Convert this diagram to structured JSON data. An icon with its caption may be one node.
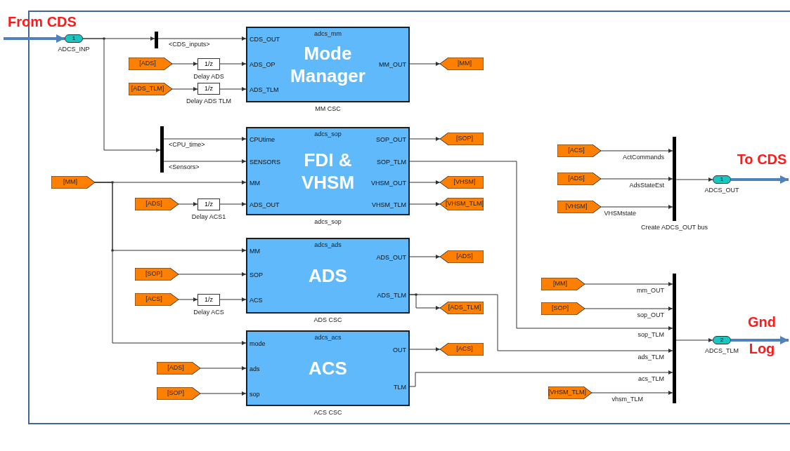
{
  "diagram": {
    "nodes": [
      {
        "text": [
          "1"
        ],
        "beside": [
          "ADCS_INP"
        ]
      },
      {
        "text": [],
        "shape": "bar"
      },
      {
        "text": [
          "[ADS]"
        ]
      },
      {
        "text": [
          "1/z"
        ],
        "beside": [
          "Delay ADS"
        ]
      },
      {
        "text": [
          "[ADS_TLM]"
        ]
      },
      {
        "text": [
          "1/z"
        ],
        "beside": [
          "Delay ADS TLM"
        ]
      },
      {
        "text": [
          "adcs_mm",
          "Mode Manager",
          "CDS_OUT",
          "ADS_OP",
          "ADS_TLM",
          "MM_OUT"
        ],
        "beside": [
          "MM CSC"
        ]
      },
      {
        "text": [
          "[MM]"
        ]
      },
      {
        "text": [],
        "shape": "bar"
      },
      {
        "text": [
          "adcs_sop",
          "FDI & VHSM",
          "CPUtime",
          "SENSORS",
          "MM",
          "ADS_OUT",
          "SOP_OUT",
          "SOP_TLM",
          "VHSM_OUT",
          "VHSM_TLM"
        ],
        "beside": [
          "adcs_sop"
        ]
      },
      {
        "text": [
          "[SOP]"
        ]
      },
      {
        "text": [
          "[VHSM]"
        ]
      },
      {
        "text": [
          "[VHSM_TLM]"
        ]
      },
      {
        "text": [
          "[MM]"
        ]
      },
      {
        "text": [
          "[ADS]"
        ]
      },
      {
        "text": [
          "1/z"
        ],
        "beside": [
          "Delay ACS1"
        ]
      },
      {
        "text": [
          "adcs_ads",
          "ADS",
          "MM",
          "SOP",
          "ACS",
          "ADS_OUT",
          "ADS_TLM"
        ],
        "beside": [
          "ADS CSC"
        ]
      },
      {
        "text": [
          "[ADS]"
        ]
      },
      {
        "text": [
          "[ADS_TLM]"
        ]
      },
      {
        "text": [
          "[SOP]"
        ]
      },
      {
        "text": [
          "[ACS]"
        ]
      },
      {
        "text": [
          "1/z"
        ],
        "beside": [
          "Delay ACS"
        ]
      },
      {
        "text": [
          "adcs_acs",
          "ACS",
          "mode",
          "ads",
          "sop",
          "OUT",
          "TLM"
        ],
        "beside": [
          "ACS CSC"
        ]
      },
      {
        "text": [
          "[ACS]"
        ]
      },
      {
        "text": [
          "[ADS]"
        ]
      },
      {
        "text": [
          "[SOP]"
        ]
      },
      {
        "text": [
          "[ACS]"
        ]
      },
      {
        "text": [
          "[ADS]"
        ]
      },
      {
        "text": [
          "[VHSM]"
        ]
      },
      {
        "text": [],
        "shape": "bar",
        "beside": [
          "Create ADCS_OUT bus"
        ]
      },
      {
        "text": [
          "1"
        ],
        "beside": [
          "ADCS_OUT"
        ]
      },
      {
        "text": [
          "[MM]"
        ]
      },
      {
        "text": [
          "[SOP]"
        ]
      },
      {
        "text": [
          "[VHSM_TLM]"
        ]
      },
      {
        "text": [],
        "shape": "bar"
      },
      {
        "text": [
          "2"
        ],
        "beside": [
          "ADCS_TLM"
        ]
      },
      {
        "text": [
          "From CDS"
        ]
      },
      {
        "text": [
          "To CDS"
        ]
      },
      {
        "text": [
          "Gnd Log"
        ]
      }
    ],
    "edges": [
      {
        "from": 36,
        "to": 0,
        "arrow": "to",
        "style": "thick",
        "color": "#4f81bd"
      },
      {
        "from": 0,
        "to": 1,
        "arrow": "to"
      },
      {
        "from": 0,
        "to": 8,
        "arrow": "to"
      },
      {
        "from": 1,
        "to": 6,
        "arrow": "to",
        "label": "<CDS_inputs>"
      },
      {
        "from": 2,
        "to": 3,
        "arrow": "to"
      },
      {
        "from": 3,
        "to": 6,
        "arrow": "to"
      },
      {
        "from": 4,
        "to": 5,
        "arrow": "to"
      },
      {
        "from": 5,
        "to": 6,
        "arrow": "to"
      },
      {
        "from": 6,
        "to": 7,
        "arrow": "to"
      },
      {
        "from": 8,
        "to": 9,
        "arrow": "to",
        "label": "<CPU_time>"
      },
      {
        "from": 8,
        "to": 9,
        "arrow": "to",
        "label": "<Sensors>"
      },
      {
        "from": 13,
        "to": 9,
        "arrow": "to"
      },
      {
        "from": 13,
        "to": 16,
        "arrow": "to"
      },
      {
        "from": 13,
        "to": 22,
        "arrow": "to"
      },
      {
        "from": 14,
        "to": 15,
        "arrow": "to"
      },
      {
        "from": 15,
        "to": 9,
        "arrow": "to"
      },
      {
        "from": 9,
        "to": 10,
        "arrow": "to"
      },
      {
        "from": 9,
        "to": 34,
        "arrow": "to",
        "label": "sop_TLM"
      },
      {
        "from": 9,
        "to": 11,
        "arrow": "to"
      },
      {
        "from": 9,
        "to": 12,
        "arrow": "to"
      },
      {
        "from": 16,
        "to": 17,
        "arrow": "to"
      },
      {
        "from": 16,
        "to": 18,
        "arrow": "to"
      },
      {
        "from": 16,
        "to": 34,
        "arrow": "to",
        "label": "ads_TLM"
      },
      {
        "from": 19,
        "to": 16,
        "arrow": "to"
      },
      {
        "from": 20,
        "to": 21,
        "arrow": "to"
      },
      {
        "from": 21,
        "to": 16,
        "arrow": "to"
      },
      {
        "from": 22,
        "to": 23,
        "arrow": "to"
      },
      {
        "from": 22,
        "to": 34,
        "arrow": "to",
        "label": "acs_TLM"
      },
      {
        "from": 24,
        "to": 22,
        "arrow": "to"
      },
      {
        "from": 25,
        "to": 22,
        "arrow": "to"
      },
      {
        "from": 26,
        "to": 29,
        "arrow": "to",
        "label": "ActCommands"
      },
      {
        "from": 27,
        "to": 29,
        "arrow": "to",
        "label": "AdsStateEst"
      },
      {
        "from": 28,
        "to": 29,
        "arrow": "to",
        "label": "VHSMstate"
      },
      {
        "from": 29,
        "to": 30,
        "arrow": "to"
      },
      {
        "from": 30,
        "to": 37,
        "arrow": "to",
        "style": "thick",
        "color": "#4f81bd"
      },
      {
        "from": 31,
        "to": 34,
        "arrow": "to",
        "label": "mm_OUT"
      },
      {
        "from": 32,
        "to": 34,
        "arrow": "to",
        "label": "sop_OUT"
      },
      {
        "from": 33,
        "to": 34,
        "arrow": "to",
        "label": "vhsm_TLM"
      },
      {
        "from": 34,
        "to": 35,
        "arrow": "to"
      },
      {
        "from": 35,
        "to": 38,
        "arrow": "to",
        "style": "thick",
        "color": "#4f81bd"
      }
    ]
  }
}
